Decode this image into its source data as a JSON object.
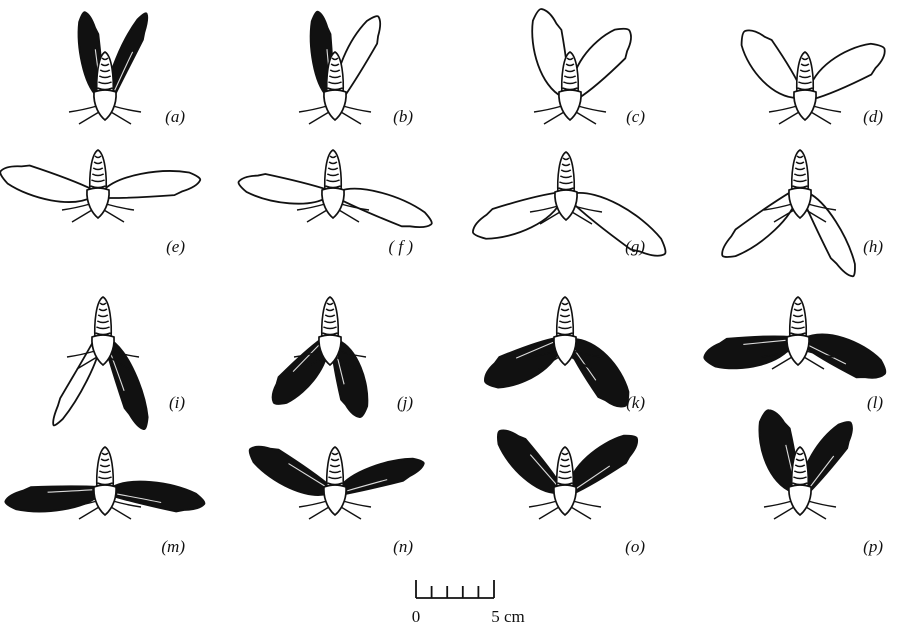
{
  "figure": {
    "ink_color": "#111111",
    "background": "#ffffff",
    "panels": [
      {
        "id": "a",
        "label": "(a)",
        "left_wing": "black",
        "right_wing": "black"
      },
      {
        "id": "b",
        "label": "(b)",
        "left_wing": "black",
        "right_wing": "white"
      },
      {
        "id": "c",
        "label": "(c)",
        "left_wing": "white",
        "right_wing": "white"
      },
      {
        "id": "d",
        "label": "(d)",
        "left_wing": "white",
        "right_wing": "white"
      },
      {
        "id": "e",
        "label": "(e)",
        "left_wing": "white",
        "right_wing": "white"
      },
      {
        "id": "f",
        "label": "( f )",
        "left_wing": "white",
        "right_wing": "white"
      },
      {
        "id": "g",
        "label": "(g)",
        "left_wing": "white",
        "right_wing": "white"
      },
      {
        "id": "h",
        "label": "(h)",
        "left_wing": "white",
        "right_wing": "white"
      },
      {
        "id": "i",
        "label": "(i)",
        "left_wing": "white",
        "right_wing": "black"
      },
      {
        "id": "j",
        "label": "(j)",
        "left_wing": "black",
        "right_wing": "black"
      },
      {
        "id": "k",
        "label": "(k)",
        "left_wing": "black",
        "right_wing": "black"
      },
      {
        "id": "l",
        "label": "(l)",
        "left_wing": "black",
        "right_wing": "black"
      },
      {
        "id": "m",
        "label": "(m)",
        "left_wing": "black",
        "right_wing": "black"
      },
      {
        "id": "n",
        "label": "(n)",
        "left_wing": "black",
        "right_wing": "black"
      },
      {
        "id": "o",
        "label": "(o)",
        "left_wing": "black",
        "right_wing": "black"
      },
      {
        "id": "p",
        "label": "(p)",
        "left_wing": "black",
        "right_wing": "black"
      }
    ],
    "scale_bar": {
      "start_label": "0",
      "end_label": "5 cm",
      "divisions": 5
    }
  }
}
